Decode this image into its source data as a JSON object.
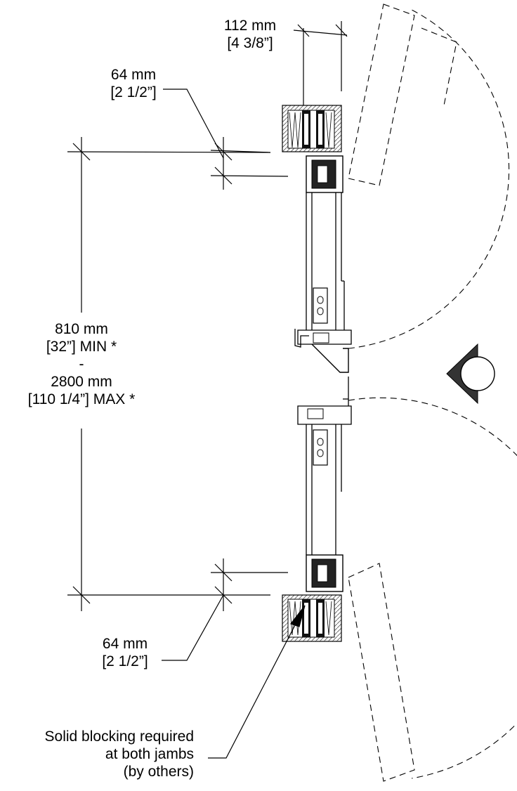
{
  "dim_top_width": {
    "mm": "112 mm",
    "inch": "[4 3/8”]"
  },
  "dim_top_offset": {
    "mm": "64 mm",
    "inch": "[2 1/2”]"
  },
  "dim_opening": {
    "min_mm": "810 mm",
    "min_inch": "[32”] MIN *",
    "separator": "-",
    "max_mm": "2800 mm",
    "max_inch": "[110 1/4”] MAX *"
  },
  "dim_bottom_offset": {
    "mm": "64 mm",
    "inch": "[2 1/2”]"
  },
  "note": {
    "line1": "Solid blocking required",
    "line2": "at both jambs",
    "line3": "(by others)"
  },
  "colors": {
    "line": "#000000",
    "hatch": "#555555",
    "symbol_fill": "#333333"
  },
  "icons": {
    "direction_symbol": "north-arrow-icon"
  }
}
